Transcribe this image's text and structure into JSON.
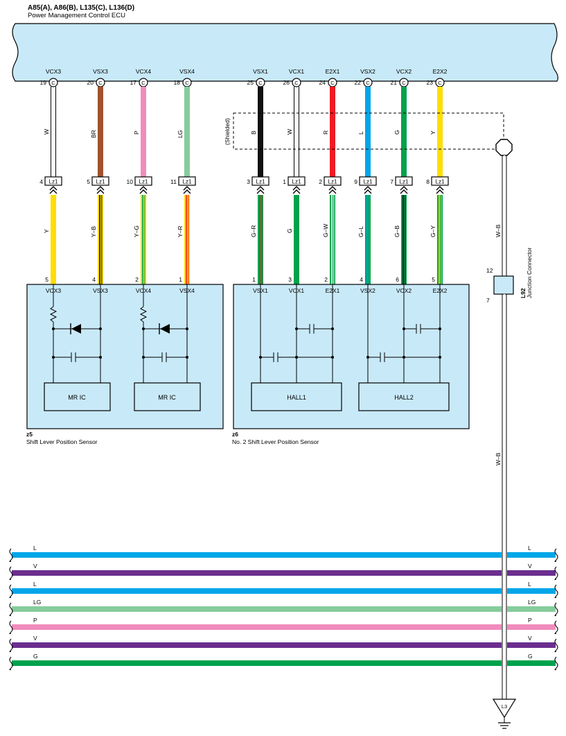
{
  "header": {
    "connector_ids": "A85(A), A86(B), L135(C), L136(D)",
    "ecu_name": "Power Management Control ECU"
  },
  "colors": {
    "ecu_fill": "#c8e9f8",
    "sensor_fill": "#c8e9f8",
    "W": "#ffffff",
    "BR": "#a0522d",
    "P": "#f08cbc",
    "LG": "#86cc9c",
    "B": "#111111",
    "R": "#ee1c24",
    "L": "#00a6e8",
    "G": "#00a24c",
    "Y": "#ffdd00",
    "V": "#6a2f8e"
  },
  "ecu_pins": [
    {
      "name": "VCX3",
      "num": "19",
      "conn": "C",
      "color": "W",
      "label": "W"
    },
    {
      "name": "VSX3",
      "num": "20",
      "conn": "C",
      "color": "BR",
      "label": "BR"
    },
    {
      "name": "VCX4",
      "num": "17",
      "conn": "C",
      "color": "P",
      "label": "P"
    },
    {
      "name": "VSX4",
      "num": "18",
      "conn": "C",
      "color": "LG",
      "label": "LG"
    },
    {
      "name": "VSX1",
      "num": "25",
      "conn": "C",
      "color": "B",
      "label": "B"
    },
    {
      "name": "VCX1",
      "num": "26",
      "conn": "C",
      "color": "W",
      "label": "W"
    },
    {
      "name": "E2X1",
      "num": "24",
      "conn": "C",
      "color": "R",
      "label": "R"
    },
    {
      "name": "VSX2",
      "num": "22",
      "conn": "C",
      "color": "L",
      "label": "L"
    },
    {
      "name": "VCX2",
      "num": "21",
      "conn": "C",
      "color": "G",
      "label": "G"
    },
    {
      "name": "E2X2",
      "num": "23",
      "conn": "C",
      "color": "Y",
      "label": "Y"
    }
  ],
  "inline_connectors": [
    {
      "num": "4",
      "id": "Lz1",
      "lower_base": "Y",
      "lower_stripe": null,
      "lower_label": "Y",
      "sensor_pin": "5"
    },
    {
      "num": "5",
      "id": "Lz1",
      "lower_base": "Y",
      "lower_stripe": "B",
      "lower_label": "Y–B",
      "sensor_pin": "4"
    },
    {
      "num": "10",
      "id": "Lz1",
      "lower_base": "Y",
      "lower_stripe": "G",
      "lower_label": "Y–G",
      "sensor_pin": "2"
    },
    {
      "num": "11",
      "id": "Lz1",
      "lower_base": "Y",
      "lower_stripe": "R",
      "lower_label": "Y–R",
      "sensor_pin": "1"
    },
    {
      "num": "3",
      "id": "Lz1",
      "lower_base": "G",
      "lower_stripe": "R",
      "lower_label": "G–R",
      "sensor_pin": "1"
    },
    {
      "num": "1",
      "id": "Lz1",
      "lower_base": "G",
      "lower_stripe": null,
      "lower_label": "G",
      "sensor_pin": "3"
    },
    {
      "num": "2",
      "id": "Lz1",
      "lower_base": "G",
      "lower_stripe": "W",
      "lower_label": "G–W",
      "sensor_pin": "2"
    },
    {
      "num": "9",
      "id": "Lz1",
      "lower_base": "G",
      "lower_stripe": "L",
      "lower_label": "G–L",
      "sensor_pin": "4"
    },
    {
      "num": "7",
      "id": "Lz1",
      "lower_base": "G",
      "lower_stripe": "B",
      "lower_label": "G–B",
      "sensor_pin": "6"
    },
    {
      "num": "8",
      "id": "Lz1",
      "lower_base": "G",
      "lower_stripe": "Y",
      "lower_label": "G–Y",
      "sensor_pin": "5"
    }
  ],
  "shield": {
    "label": "(Shielded)",
    "wire_label": "W–B",
    "wire_label_lower": "W–B"
  },
  "junction": {
    "pin_top": "12",
    "pin_bottom": "7",
    "id": "L92",
    "name": "Junction Connector"
  },
  "sensor1": {
    "id": "z5",
    "name": "Shift Lever Position Sensor",
    "pins": [
      "VCX3",
      "VSX3",
      "VCX4",
      "VSX4"
    ],
    "ic_labels": [
      "MR IC",
      "MR IC"
    ]
  },
  "sensor2": {
    "id": "z6",
    "name": "No.  2 Shift Lever Position Sensor",
    "pins": [
      "VSX1",
      "VCX1",
      "E2X1",
      "VSX2",
      "VCX2",
      "E2X2"
    ],
    "ic_labels": [
      "HALL1",
      "HALL2"
    ]
  },
  "bus_lines": [
    {
      "color": "L",
      "label": "L"
    },
    {
      "color": "V",
      "label": "V"
    },
    {
      "color": "L",
      "label": "L"
    },
    {
      "color": "LG",
      "label": "LG"
    },
    {
      "color": "P",
      "label": "P"
    },
    {
      "color": "V",
      "label": "V"
    },
    {
      "color": "G",
      "label": "G"
    }
  ],
  "ground": {
    "id": "L3"
  }
}
